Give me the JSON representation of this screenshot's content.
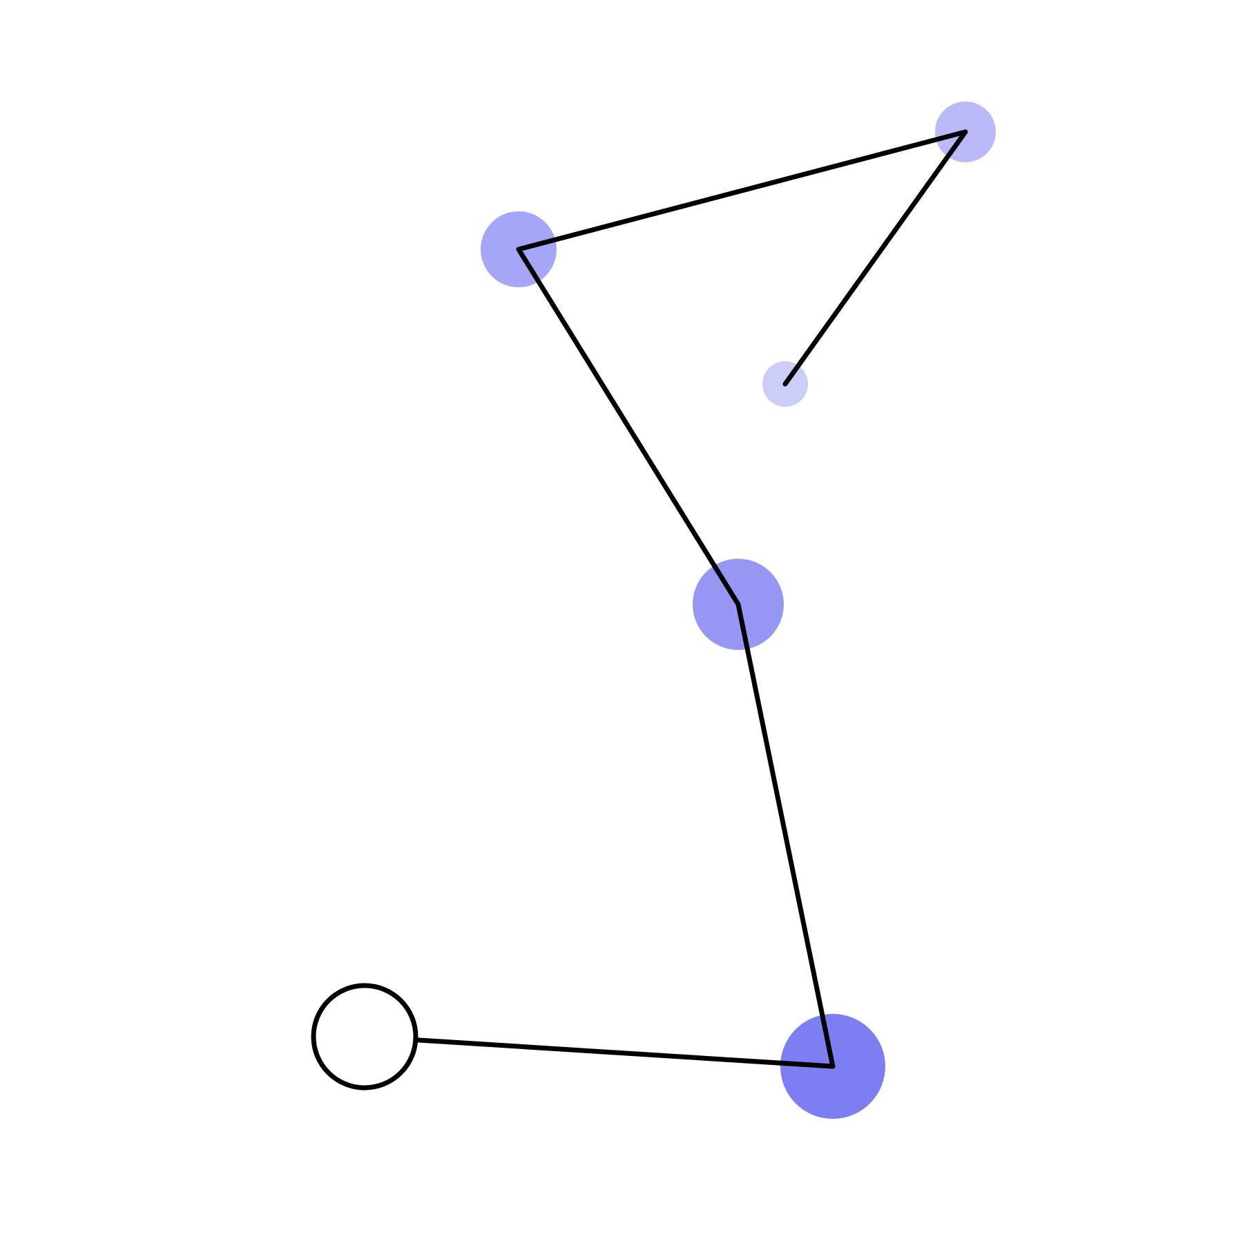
{
  "diagram": {
    "type": "path-trace",
    "colors": {
      "background": "#ffffff",
      "line": "#000000",
      "dot": "#5a5af0",
      "start_ring_stroke": "#000000",
      "start_ring_fill": "#ffffff"
    },
    "start_marker": "open-circle",
    "node_count": 5,
    "nodes": [
      {
        "id": "node-1",
        "order": 1,
        "opacity": 0.78
      },
      {
        "id": "node-2",
        "order": 2,
        "opacity": 0.64
      },
      {
        "id": "node-3",
        "order": 3,
        "opacity": 0.54
      },
      {
        "id": "node-4",
        "order": 4,
        "opacity": 0.42
      },
      {
        "id": "node-5",
        "order": 5,
        "opacity": 0.3
      }
    ]
  }
}
